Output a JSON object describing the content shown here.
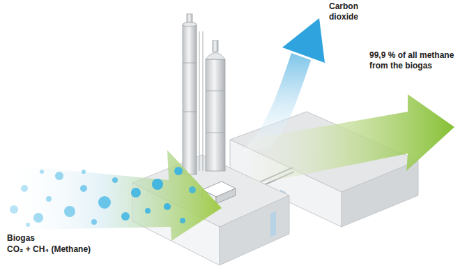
{
  "diagram": {
    "labels": [
      "Biogas",
      "CO₂ + CH₄ (Methane)",
      "Carbon dioxide",
      "99,9 % of all methane from the biogas"
    ]
  }
}
